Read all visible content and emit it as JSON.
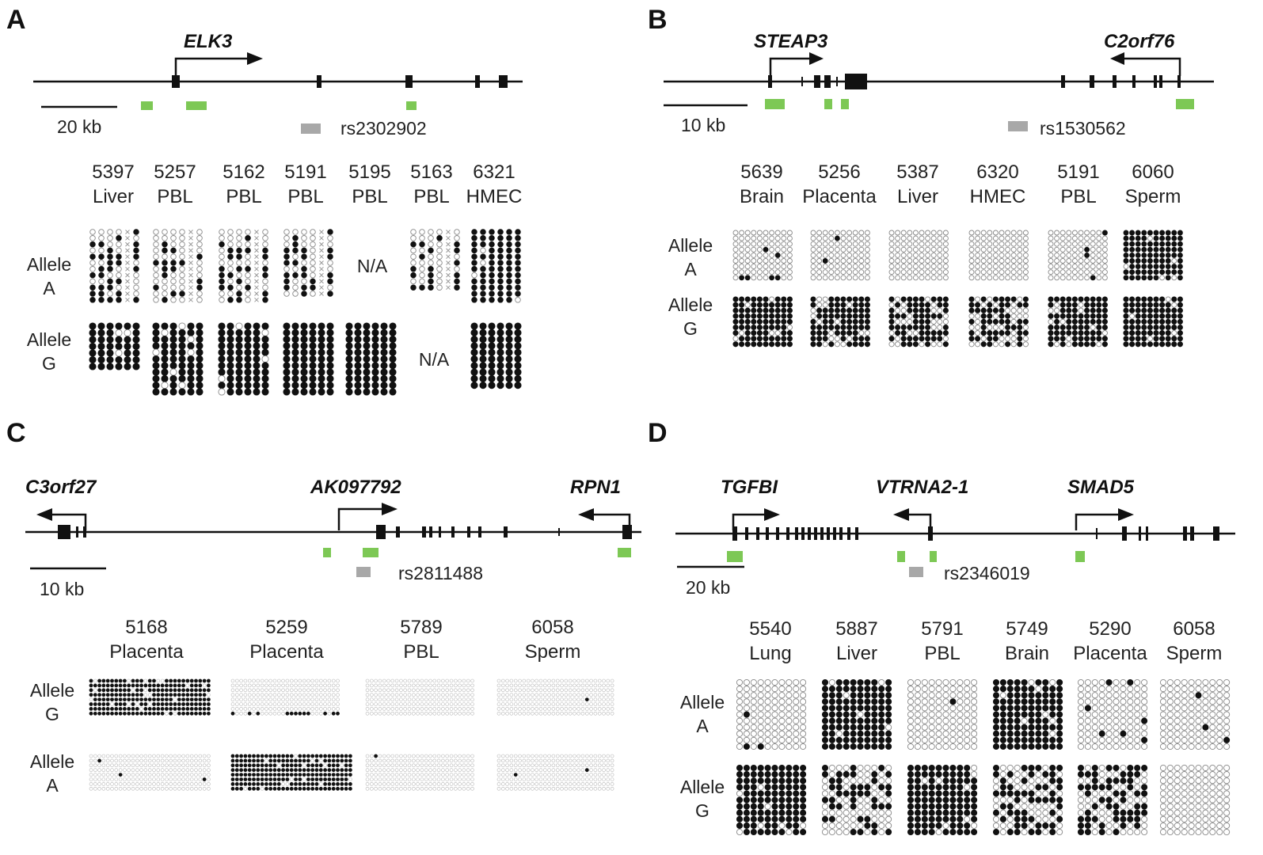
{
  "panels": {
    "A": {
      "letter": "A",
      "genes": [
        "ELK3"
      ],
      "scale_label": "20 kb",
      "snp": "rs2302902",
      "alleles": [
        "Allele A",
        "Allele G"
      ],
      "samples": [
        {
          "id": "5397",
          "tissue": "Liver"
        },
        {
          "id": "5257",
          "tissue": "PBL"
        },
        {
          "id": "5162",
          "tissue": "PBL"
        },
        {
          "id": "5191",
          "tissue": "PBL"
        },
        {
          "id": "5195",
          "tissue": "PBL"
        },
        {
          "id": "5163",
          "tissue": "PBL"
        },
        {
          "id": "6321",
          "tissue": "HMEC"
        }
      ],
      "na_label": "N/A"
    },
    "B": {
      "letter": "B",
      "genes": [
        "STEAP3",
        "C2orf76"
      ],
      "scale_label": "10 kb",
      "snp": "rs1530562",
      "alleles": [
        "Allele A",
        "Allele G"
      ],
      "samples": [
        {
          "id": "5639",
          "tissue": "Brain"
        },
        {
          "id": "5256",
          "tissue": "Placenta"
        },
        {
          "id": "5387",
          "tissue": "Liver"
        },
        {
          "id": "6320",
          "tissue": "HMEC"
        },
        {
          "id": "5191",
          "tissue": "PBL"
        },
        {
          "id": "6060",
          "tissue": "Sperm"
        }
      ]
    },
    "C": {
      "letter": "C",
      "genes": [
        "C3orf27",
        "AK097792",
        "RPN1"
      ],
      "scale_label": "10 kb",
      "snp": "rs2811488",
      "alleles": [
        "Allele G",
        "Allele A"
      ],
      "samples": [
        {
          "id": "5168",
          "tissue": "Placenta"
        },
        {
          "id": "5259",
          "tissue": "Placenta"
        },
        {
          "id": "5789",
          "tissue": "PBL"
        },
        {
          "id": "6058",
          "tissue": "Sperm"
        }
      ]
    },
    "D": {
      "letter": "D",
      "genes": [
        "TGFBI",
        "VTRNA2-1",
        "SMAD5"
      ],
      "scale_label": "20 kb",
      "snp": "rs2346019",
      "alleles": [
        "Allele A",
        "Allele G"
      ],
      "samples": [
        {
          "id": "5540",
          "tissue": "Lung"
        },
        {
          "id": "5887",
          "tissue": "Liver"
        },
        {
          "id": "5791",
          "tissue": "PBL"
        },
        {
          "id": "5749",
          "tissue": "Brain"
        },
        {
          "id": "5290",
          "tissue": "Placenta"
        },
        {
          "id": "6058",
          "tissue": "Sperm"
        }
      ]
    }
  },
  "colors": {
    "cpg_region": "#7dc855",
    "snp_marker": "#a8a8a8",
    "methylated": "#111111",
    "unmethylated_stroke": "#888888"
  }
}
